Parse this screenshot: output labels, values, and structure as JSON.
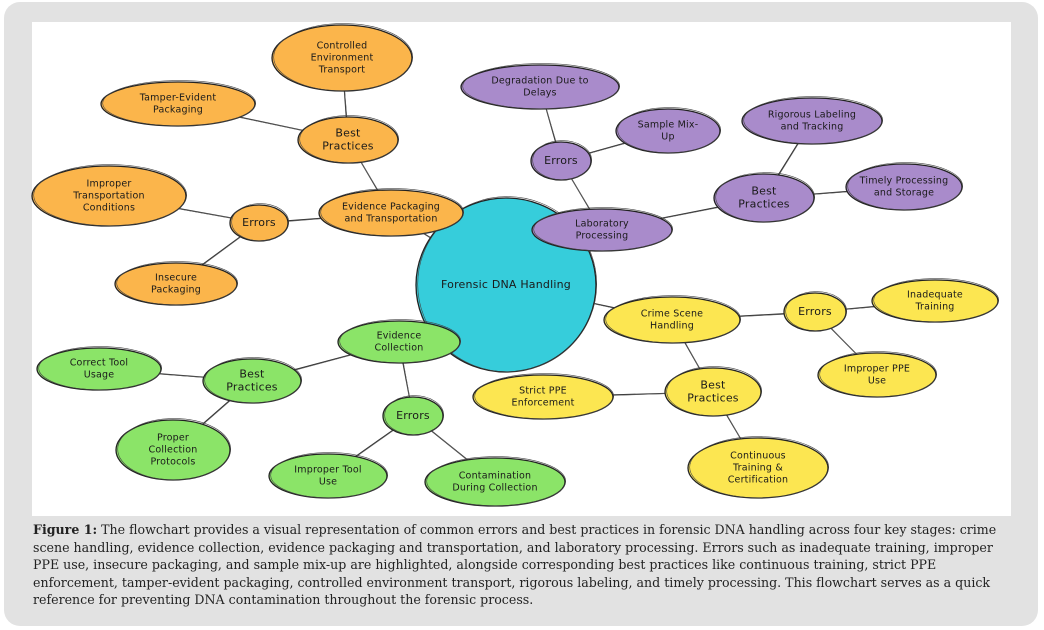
{
  "figure": {
    "center": {
      "label": "Forensic DNA Handling",
      "color": "#36cddb"
    },
    "stages": [
      {
        "id": "packaging",
        "color": "#fbb54b",
        "stage": {
          "label": "Evidence Packaging and Transportation",
          "lines": [
            "Evidence Packaging",
            "and Transportation"
          ]
        },
        "errors": {
          "label": "Errors",
          "items": [
            {
              "label": "Improper Transportation Conditions",
              "lines": [
                "Improper",
                "Transportation",
                "Conditions"
              ]
            },
            {
              "label": "Insecure Packaging",
              "lines": [
                "Insecure",
                "Packaging"
              ]
            }
          ]
        },
        "best_practices": {
          "label": "Best Practices",
          "lines": [
            "Best",
            "Practices"
          ],
          "items": [
            {
              "label": "Controlled Environment Transport",
              "lines": [
                "Controlled",
                "Environment",
                "Transport"
              ]
            },
            {
              "label": "Tamper-Evident Packaging",
              "lines": [
                "Tamper-Evident",
                "Packaging"
              ]
            }
          ]
        }
      },
      {
        "id": "laboratory",
        "color": "#a98bcb",
        "stage": {
          "label": "Laboratory Processing",
          "lines": [
            "Laboratory",
            "Processing"
          ]
        },
        "errors": {
          "label": "Errors",
          "items": [
            {
              "label": "Degradation Due to Delays",
              "lines": [
                "Degradation Due to",
                "Delays"
              ]
            },
            {
              "label": "Sample Mix-Up",
              "lines": [
                "Sample Mix-",
                "Up"
              ]
            }
          ]
        },
        "best_practices": {
          "label": "Best Practices",
          "lines": [
            "Best",
            "Practices"
          ],
          "items": [
            {
              "label": "Rigorous Labeling and Tracking",
              "lines": [
                "Rigorous Labeling",
                "and Tracking"
              ]
            },
            {
              "label": "Timely Processing and Storage",
              "lines": [
                "Timely Processing",
                "and Storage"
              ]
            }
          ]
        }
      },
      {
        "id": "crime-scene",
        "color": "#fce651",
        "stage": {
          "label": "Crime Scene Handling",
          "lines": [
            "Crime Scene",
            "Handling"
          ]
        },
        "errors": {
          "label": "Errors",
          "items": [
            {
              "label": "Inadequate Training",
              "lines": [
                "Inadequate",
                "Training"
              ]
            },
            {
              "label": "Improper PPE Use",
              "lines": [
                "Improper PPE",
                "Use"
              ]
            }
          ]
        },
        "best_practices": {
          "label": "Best Practices",
          "lines": [
            "Best",
            "Practices"
          ],
          "items": [
            {
              "label": "Strict PPE Enforcement",
              "lines": [
                "Strict PPE",
                "Enforcement"
              ]
            },
            {
              "label": "Continuous Training & Certification",
              "lines": [
                "Continuous",
                "Training &",
                "Certification"
              ]
            }
          ]
        }
      },
      {
        "id": "collection",
        "color": "#8be468",
        "stage": {
          "label": "Evidence Collection",
          "lines": [
            "Evidence",
            "Collection"
          ]
        },
        "errors": {
          "label": "Errors",
          "items": [
            {
              "label": "Improper Tool Use",
              "lines": [
                "Improper Tool",
                "Use"
              ]
            },
            {
              "label": "Contamination During Collection",
              "lines": [
                "Contamination",
                "During Collection"
              ]
            }
          ]
        },
        "best_practices": {
          "label": "Best Practices",
          "lines": [
            "Best",
            "Practices"
          ],
          "items": [
            {
              "label": "Correct Tool Usage",
              "lines": [
                "Correct Tool",
                "Usage"
              ]
            },
            {
              "label": "Proper Collection Protocols",
              "lines": [
                "Proper",
                "Collection",
                "Protocols"
              ]
            }
          ]
        }
      }
    ]
  },
  "caption": {
    "label": "Figure 1:",
    "text": " The flowchart provides a visual representation of common errors and best practices in forensic DNA handling across four key stages: crime scene handling, evidence collection, evidence packaging and transportation, and laboratory processing. Errors such as inadequate training, improper PPE use, insecure packaging, and sample mix-up are highlighted, alongside corresponding best practices like continuous training, strict PPE enforcement, tamper-evident packaging, controlled environment transport, rigorous labeling, and timely processing. This flowchart serves as a quick reference for preventing DNA contamination throughout the forensic process."
  }
}
